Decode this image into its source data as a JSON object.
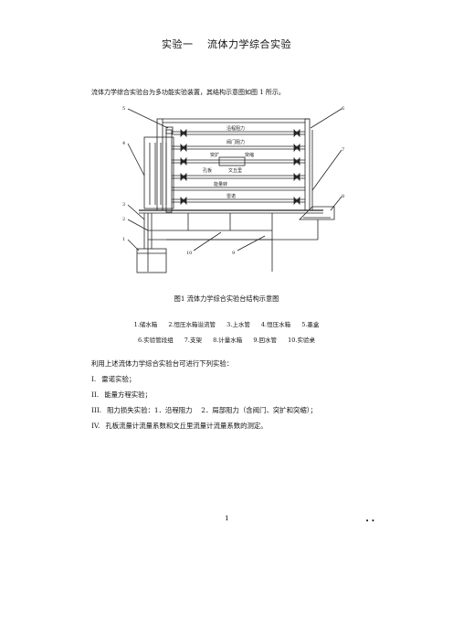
{
  "title": "实验一　 流体力学综合实验",
  "intro": "流体力学综合实验台为多功能实验装置，其结构示意图如图 1 所示。",
  "figure": {
    "labels": {
      "yanqu": "沿程阻力",
      "famen": "阀门阻力",
      "tukuo": "突扩",
      "tusuo": "突缩",
      "kongban": "孔板",
      "wenqiu": "文丘里",
      "nengliang": "能量转",
      "leinuo": "雷诺"
    },
    "callouts": [
      "1",
      "2",
      "3",
      "4",
      "5",
      "6",
      "7",
      "8",
      "9",
      "10"
    ]
  },
  "figcaption": "图1 流体力学综合实验台结构示意图",
  "legend_row1": [
    "1.储水箱",
    "2.恒压水箱溢流管",
    "3.上水管",
    "4.恒压水箱",
    "5.墨盒"
  ],
  "legend_row2": [
    "6.实验管段组",
    "7.支架",
    "8.计量水箱",
    "9.回水管",
    "10.实验桌"
  ],
  "lead": "利用上述流体力学综合实验台可进行下列实验：",
  "experiments": [
    {
      "num": "I.",
      "text": "雷诺实验；"
    },
    {
      "num": "II.",
      "text": "能量方程实验；"
    },
    {
      "num": "III.",
      "text": "阻力损失实验：1．沿程阻力　 2．局部阻力（含阀门、突扩和突缩）；"
    },
    {
      "num": "IV.",
      "text": "孔板流量计流量系数和文丘里流量计流量系数的测定。"
    }
  ],
  "page_number": "1",
  "corner_mark": "• •"
}
